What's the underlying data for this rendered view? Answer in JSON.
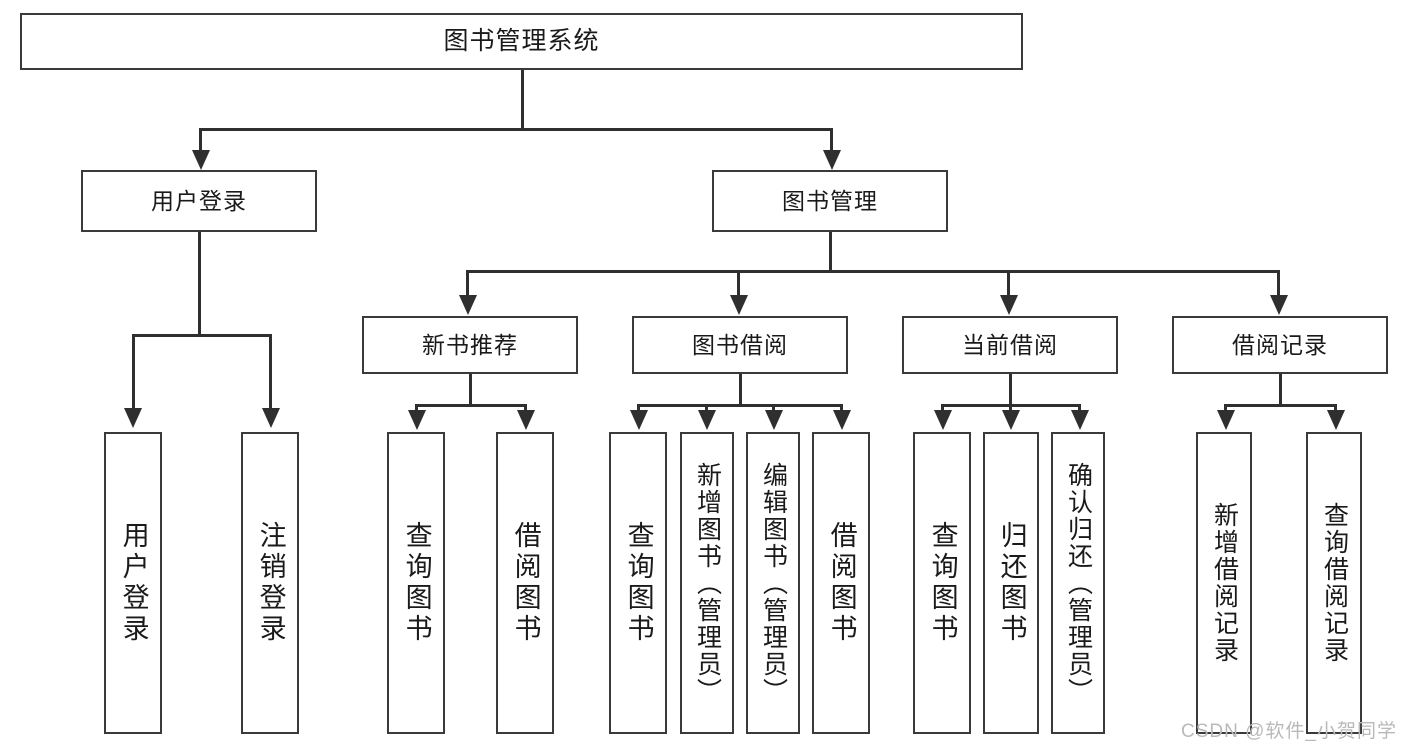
{
  "diagram": {
    "title": "图书管理系统",
    "type": "tree-hierarchy-chart",
    "colors": {
      "box_border": "#3a3a3a",
      "connector": "#2f2f2f",
      "background": "#ffffff",
      "watermark": "#b9b9b9"
    },
    "levels": {
      "root": {
        "label": "图书管理系统"
      },
      "level2": [
        {
          "label": "用户登录"
        },
        {
          "label": "图书管理"
        }
      ],
      "level3": [
        {
          "label": "新书推荐"
        },
        {
          "label": "图书借阅"
        },
        {
          "label": "当前借阅"
        },
        {
          "label": "借阅记录"
        }
      ],
      "leaves": {
        "user_login": [
          {
            "label": "用户登录"
          },
          {
            "label": "注销登录"
          }
        ],
        "new_book_recommend": [
          {
            "label": "查询图书"
          },
          {
            "label": "借阅图书"
          }
        ],
        "book_borrow": [
          {
            "label": "查询图书"
          },
          {
            "label": "新增图书（管理员）"
          },
          {
            "label": "编辑图书（管理员）"
          },
          {
            "label": "借阅图书"
          }
        ],
        "current_borrow": [
          {
            "label": "查询图书"
          },
          {
            "label": "归还图书"
          },
          {
            "label": "确认归还（管理员）"
          }
        ],
        "borrow_record": [
          {
            "label": "新增借阅记录"
          },
          {
            "label": "查询借阅记录"
          }
        ]
      }
    },
    "watermark": "CSDN @软件_小贺同学"
  }
}
